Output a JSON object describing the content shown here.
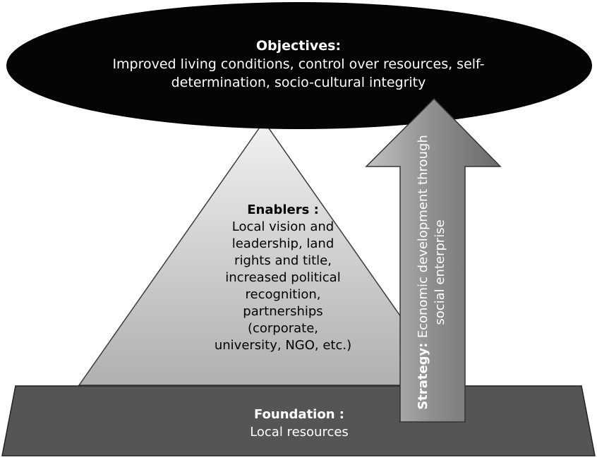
{
  "diagram": {
    "objectives": {
      "heading": "Objectives:",
      "body": "Improved living conditions, control over resources, self-determination, socio-cultural integrity"
    },
    "enablers": {
      "heading": "Enablers :",
      "body": "Local vision and leadership, land rights and title, increased political recognition, partnerships (corporate, university, NGO, etc.)"
    },
    "foundation": {
      "heading": "Foundation :",
      "body": "Local resources"
    },
    "strategy": {
      "heading": "Strategy:",
      "body": "Economic development through social enterprise"
    }
  },
  "colors": {
    "ellipse_fill": "#050505",
    "triangle_fill": "#c8c8c8",
    "foundation_fill": "#555555",
    "arrow_fill": "#8a8a8a"
  }
}
